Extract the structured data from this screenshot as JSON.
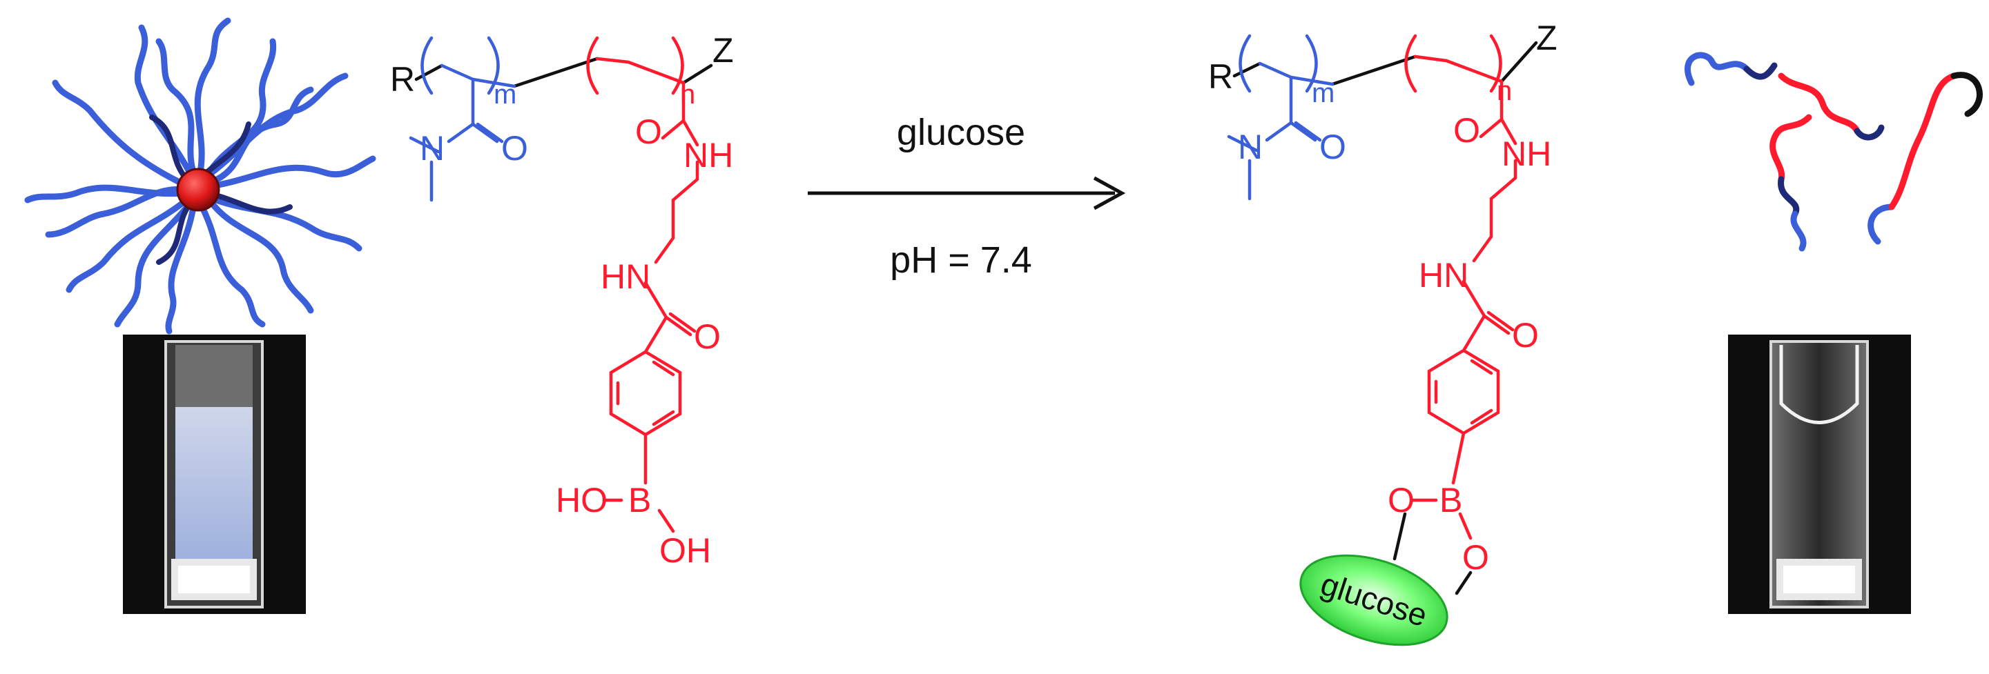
{
  "colors": {
    "background": "#ffffff",
    "blue_block": "#3a5fd9",
    "red_block": "#ff1a2e",
    "backbone": "#111111",
    "glucose_fill": "#37e04a",
    "photo_bg": "#0d0d0d"
  },
  "reaction": {
    "reagent": "glucose",
    "condition": "pH = 7.4"
  },
  "polymer_left": {
    "r_group": "R",
    "z_group": "Z",
    "block_a_subscript": "m",
    "block_b_subscript": "n",
    "amide_o_blue": "O",
    "amine_n": "N",
    "amide_o_red": "O",
    "nh_top": "NH",
    "hn_bottom": "HN",
    "benzamide_o": "O",
    "boron_left": "HO",
    "boron": "B",
    "boron_right": "OH"
  },
  "polymer_right": {
    "r_group": "R",
    "z_group": "Z",
    "block_a_subscript": "m",
    "block_b_subscript": "n",
    "amide_o_blue": "O",
    "amine_n": "N",
    "amide_o_red": "O",
    "nh_top": "NH",
    "hn_bottom": "HN",
    "benzamide_o": "O",
    "ester_o_left": "O",
    "boron": "B",
    "ester_o_right": "O",
    "glucose_label": "glucose"
  },
  "icons": {
    "micelle": "micelle-icon",
    "free_chains": "unimer-chains-icon",
    "cuvette_turbid": "cuvette-turbid-photo",
    "cuvette_clear": "cuvette-clear-photo",
    "arrow": "reaction-arrow-icon"
  }
}
